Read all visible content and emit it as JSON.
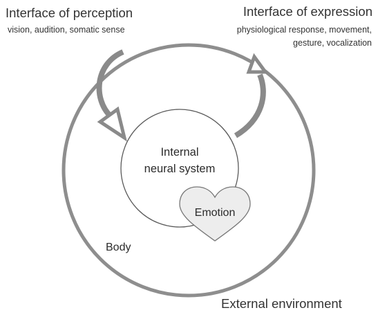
{
  "perception": {
    "title": "Interface of perception",
    "senses": "vision, audition, somatic sense"
  },
  "expression": {
    "title": "Interface of expression",
    "line1": "physiological response, movement,",
    "line2": "gesture, vocalization"
  },
  "internal": {
    "line1": "Internal",
    "line2": "neural system"
  },
  "emotion": "Emotion",
  "body": "Body",
  "environment": "External environment",
  "colors": {
    "ring": "#8e8e8e",
    "arrow": "#8a8a8a",
    "arrow_head_fill": "#ffffff",
    "inner_circle_stroke": "#5a5a5a",
    "heart_fill": "#ededed",
    "heart_stroke": "#777777",
    "text": "#2b2b2b"
  }
}
